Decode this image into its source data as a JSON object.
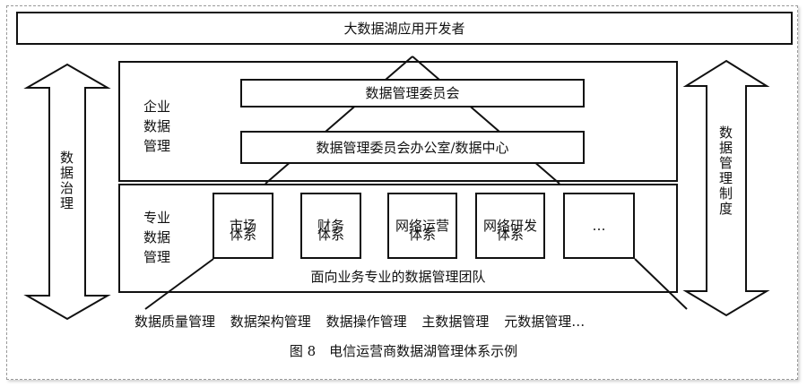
{
  "top_bar": "大数据湖应用开发者",
  "left_arrow": "数据治理",
  "right_arrow": "数据管理制度",
  "enterprise_label": "企业数据管理",
  "enterprise_lines": [
    "企业",
    "数据",
    "管理"
  ],
  "committee": "数据管理委员会",
  "office": "数据管理委员会办公室/数据中心",
  "professional_lines": [
    "专业",
    "数据",
    "管理"
  ],
  "systems": [
    {
      "lines": [
        "市场",
        "体系"
      ]
    },
    {
      "lines": [
        "财务",
        "体系"
      ]
    },
    {
      "lines": [
        "网络运营",
        "体系"
      ]
    },
    {
      "lines": [
        "网络研发",
        "体系"
      ]
    },
    {
      "lines": [
        "…",
        ""
      ]
    }
  ],
  "team": "面向业务专业的数据管理团队",
  "functions": [
    "数据质量管理",
    "数据架构管理",
    "数据操作管理",
    "主数据管理",
    "元数据管理…"
  ],
  "caption": "图 8　电信运营商数据湖管理体系示例"
}
